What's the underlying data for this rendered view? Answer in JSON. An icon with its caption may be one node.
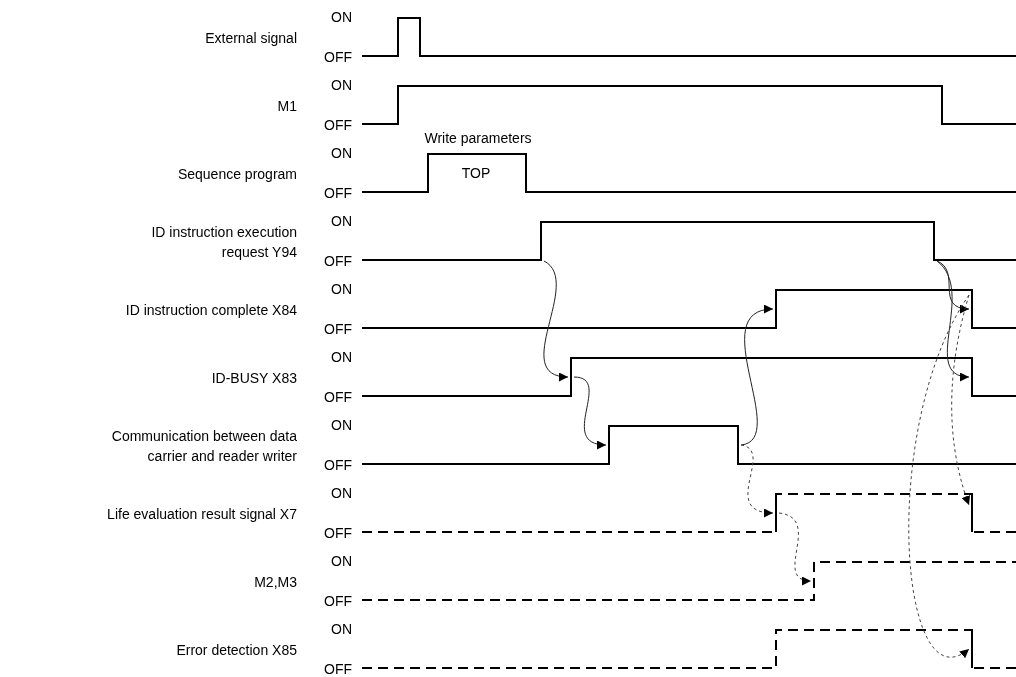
{
  "diagram": {
    "nodes": [
      {
        "text": [],
        "shape": "bar"
      },
      {
        "text": [],
        "shape": "bar"
      },
      {
        "text": [],
        "shape": "bar"
      },
      {
        "text": [],
        "shape": "bar"
      },
      {
        "text": [],
        "shape": "bar"
      },
      {
        "text": [],
        "shape": "bar"
      },
      {
        "text": [],
        "shape": "bar"
      },
      {
        "text": [],
        "shape": "bar"
      },
      {
        "text": [],
        "shape": "bar"
      },
      {
        "text": [],
        "shape": "bar"
      },
      {
        "text": [],
        "shape": "bar"
      },
      {
        "text": [],
        "shape": "bar"
      }
    ],
    "edges": [
      {
        "from": 0,
        "to": 4,
        "arrow": "to"
      },
      {
        "from": 4,
        "to": 6,
        "arrow": "to"
      },
      {
        "from": 7,
        "to": 2,
        "arrow": "to"
      },
      {
        "from": 7,
        "to": 8,
        "arrow": "to",
        "style": "dashed"
      },
      {
        "from": 8,
        "to": 10,
        "arrow": "to",
        "style": "dashed"
      },
      {
        "from": 1,
        "to": 3,
        "arrow": "to"
      },
      {
        "from": 1,
        "to": 5,
        "arrow": "to"
      },
      {
        "from": 3,
        "to": 9,
        "arrow": "to",
        "style": "dashed"
      },
      {
        "from": 3,
        "to": 11,
        "arrow": "to",
        "style": "dashed"
      }
    ],
    "labels": [
      "ON",
      "External signal",
      "OFF",
      "ON",
      "M1",
      "OFF",
      "Write parameters",
      "ON",
      "Sequence program",
      "TOP",
      "OFF",
      "ON",
      "ID instruction execution request Y94",
      "OFF",
      "ON",
      "ID instruction complete X84",
      "OFF",
      "ON",
      "ID-BUSY X83",
      "OFF",
      "ON",
      "Communication between data carrier and reader writer",
      "OFF",
      "ON",
      "Life evaluation result signal X7",
      "OFF",
      "ON",
      "M2,M3",
      "OFF",
      "ON",
      "Error detection X85",
      "OFF"
    ]
  }
}
